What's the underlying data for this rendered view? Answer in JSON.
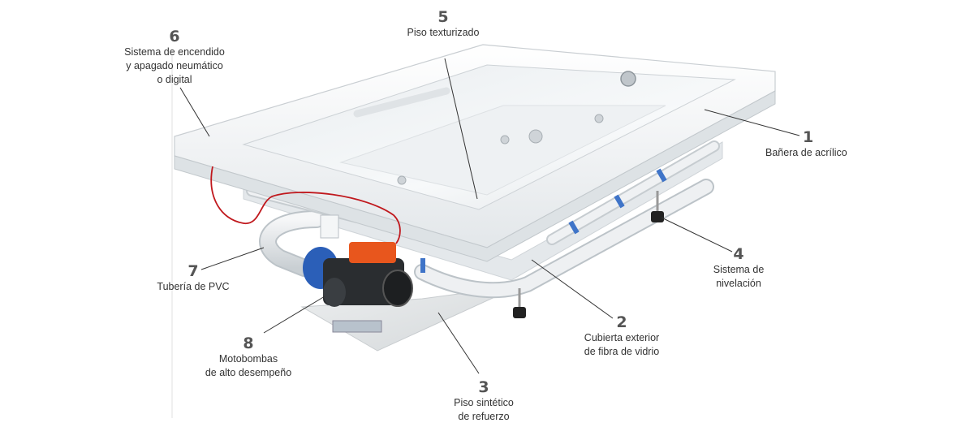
{
  "callouts": [
    {
      "number": "1",
      "lines": [
        "Bañera de acrílico"
      ]
    },
    {
      "number": "2",
      "lines": [
        "Cubierta exterior",
        "de fibra de vidrio"
      ]
    },
    {
      "number": "3",
      "lines": [
        "Piso sintético",
        "de refuerzo"
      ]
    },
    {
      "number": "4",
      "lines": [
        "Sistema de",
        "nivelación"
      ]
    },
    {
      "number": "5",
      "lines": [
        "Piso texturizado"
      ]
    },
    {
      "number": "6",
      "lines": [
        "Sistema de encendido",
        "y apagado neumático",
        "o digital"
      ]
    },
    {
      "number": "7",
      "lines": [
        "Tubería de PVC"
      ]
    },
    {
      "number": "8",
      "lines": [
        "Motobombas",
        "de alto desempeño"
      ]
    }
  ],
  "colors": {
    "acrylic": "#f2f4f5",
    "shadow": "#d9dde0",
    "pipe": "#e6e9eb",
    "pump_blue": "#2b5fb8",
    "motor_dark": "#2a2d30",
    "pump_orange": "#e8561d",
    "wire_red": "#c0181d",
    "leader": "#333333"
  }
}
